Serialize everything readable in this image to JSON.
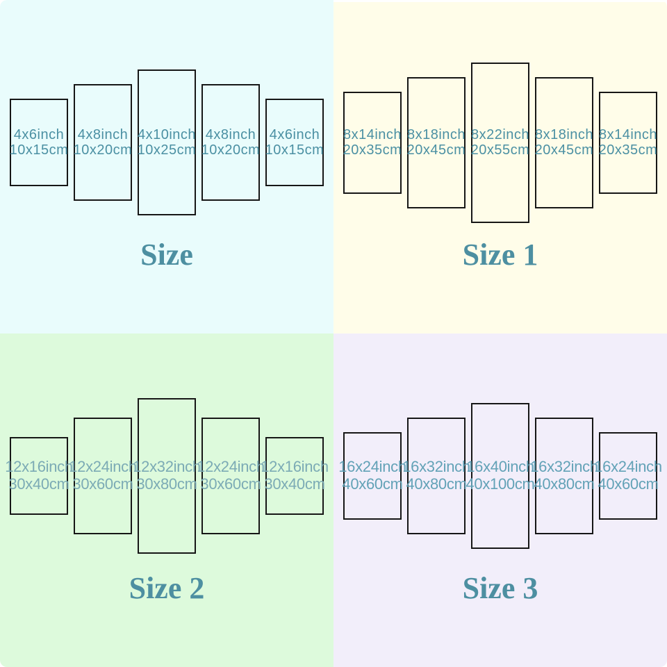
{
  "colors": {
    "panel_border": "#161616",
    "title_color": "#4d8fa1",
    "top_label_color": "#4b90a3",
    "green_label_color": "#7cabb5",
    "lavender_label_color": "#63a2b7"
  },
  "sections": [
    {
      "id": "size",
      "title": "Size",
      "bg": "#e9fcfc",
      "label_color": "#4b90a3",
      "panels": [
        {
          "inch": "4x6inch",
          "cm": "10x15cm"
        },
        {
          "inch": "4x8inch",
          "cm": "10x20cm"
        },
        {
          "inch": "4x10inch",
          "cm": "10x25cm"
        },
        {
          "inch": "4x8inch",
          "cm": "10x20cm"
        },
        {
          "inch": "4x6inch",
          "cm": "10x15cm"
        }
      ]
    },
    {
      "id": "size-1",
      "title": "Size 1",
      "bg": "#fffde9",
      "label_color": "#4b90a3",
      "panels": [
        {
          "inch": "8x14inch",
          "cm": "20x35cm"
        },
        {
          "inch": "8x18inch",
          "cm": "20x45cm"
        },
        {
          "inch": "8x22inch",
          "cm": "20x55cm"
        },
        {
          "inch": "8x18inch",
          "cm": "20x45cm"
        },
        {
          "inch": "8x14inch",
          "cm": "20x35cm"
        }
      ]
    },
    {
      "id": "size-2",
      "title": "Size 2",
      "bg": "#ddfadc",
      "label_color": "#7cabb5",
      "panels": [
        {
          "inch": "12x16inch",
          "cm": "30x40cm"
        },
        {
          "inch": "12x24inch",
          "cm": "30x60cm"
        },
        {
          "inch": "12x32inch",
          "cm": "30x80cm"
        },
        {
          "inch": "12x24inch",
          "cm": "30x60cm"
        },
        {
          "inch": "12x16inch",
          "cm": "30x40cm"
        }
      ]
    },
    {
      "id": "size-3",
      "title": "Size 3",
      "bg": "#f2eefa",
      "label_color": "#63a2b7",
      "panels": [
        {
          "inch": "16x24inch",
          "cm": "40x60cm"
        },
        {
          "inch": "16x32inch",
          "cm": "40x80cm"
        },
        {
          "inch": "16x40inch",
          "cm": "40x100cm"
        },
        {
          "inch": "16x32inch",
          "cm": "40x80cm"
        },
        {
          "inch": "16x24inch",
          "cm": "40x60cm"
        }
      ]
    }
  ]
}
